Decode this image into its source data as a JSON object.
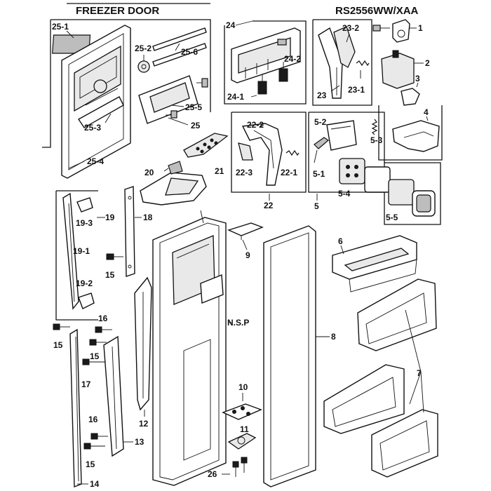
{
  "header": {
    "title": "FREEZER DOOR",
    "model": "RS2556WW/XAA"
  },
  "labels": {
    "p1": "1",
    "p2": "2",
    "p3": "3",
    "p4": "4",
    "p5": "5",
    "p5_1": "5-1",
    "p5_2": "5-2",
    "p5_3": "5-3",
    "p5_4": "5-4",
    "p5_5": "5-5",
    "p6": "6",
    "p7": "7",
    "p8": "8",
    "p9": "9",
    "p10": "10",
    "p11": "11",
    "p12": "12",
    "p13": "13",
    "p14": "14",
    "p15a": "15",
    "p15b": "15",
    "p15c": "15",
    "p15d": "15",
    "p16a": "16",
    "p16b": "16",
    "p17": "17",
    "p18": "18",
    "p19": "19",
    "p19_1": "19-1",
    "p19_2": "19-2",
    "p19_3": "19-3",
    "p20": "20",
    "p21": "21",
    "p22": "22",
    "p22_1": "22-1",
    "p22_2": "22-2",
    "p22_3": "22-3",
    "p23": "23",
    "p23_1": "23-1",
    "p23_2": "23-2",
    "p24": "24",
    "p24_1": "24-1",
    "p24_2": "24-2",
    "p25": "25",
    "p25_1": "25-1",
    "p25_2": "25-2",
    "p25_3": "25-3",
    "p25_4": "25-4",
    "p25_5": "25-5",
    "p25_6": "25-6",
    "p26": "26",
    "nsp": "N.S.P"
  }
}
